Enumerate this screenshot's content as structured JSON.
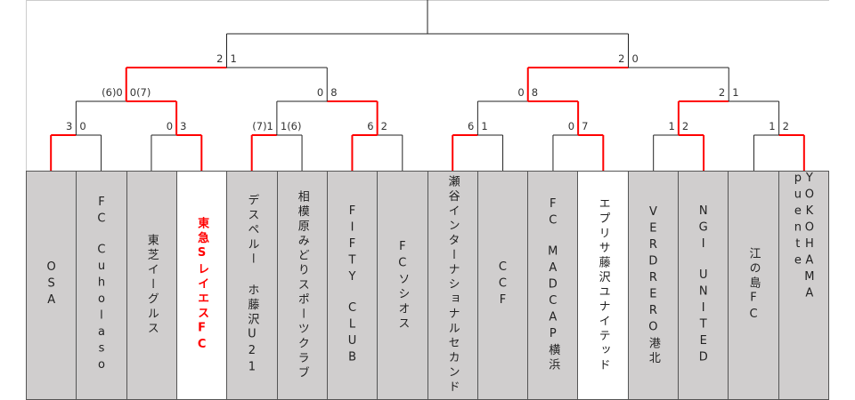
{
  "teams": [
    {
      "name": "OSA",
      "white": false,
      "champion": false
    },
    {
      "name": "FC　Cuholaso",
      "white": false,
      "champion": false
    },
    {
      "name": "東芝イーグルス",
      "white": false,
      "champion": false
    },
    {
      "name": "東急SレイエスFC",
      "white": true,
      "champion": true
    },
    {
      "name": "デスペルー ホ藤沢U21",
      "white": false,
      "champion": false
    },
    {
      "name": "相模原みどりスポーツクラブ",
      "white": false,
      "champion": false
    },
    {
      "name": "FIFTY　CLUB",
      "white": false,
      "champion": false
    },
    {
      "name": "FCソシオス",
      "white": false,
      "champion": false
    },
    {
      "name": "瀬谷インターナショナルセカンド",
      "white": false,
      "champion": false
    },
    {
      "name": "CCF",
      "white": false,
      "champion": false
    },
    {
      "name": "FC　MADCAP横浜",
      "white": false,
      "champion": false
    },
    {
      "name": "エプリサ藤沢ユナイテッド",
      "white": true,
      "champion": false
    },
    {
      "name": "VERDRERO港北",
      "white": false,
      "champion": false
    },
    {
      "name": "NGI　UNITED",
      "white": false,
      "champion": false
    },
    {
      "name": "江の島FC",
      "white": false,
      "champion": false
    },
    {
      "name": "YOKOHAMA　puente",
      "white": false,
      "champion": false
    }
  ],
  "rounds": [
    [
      {
        "left": "3",
        "right": "0",
        "winner": "L"
      },
      {
        "left": "0",
        "right": "3",
        "winner": "R"
      },
      {
        "left": "(7)1",
        "right": "1(6)",
        "winner": "L"
      },
      {
        "left": "6",
        "right": "2",
        "winner": "L"
      },
      {
        "left": "6",
        "right": "1",
        "winner": "L"
      },
      {
        "left": "0",
        "right": "7",
        "winner": "R"
      },
      {
        "left": "1",
        "right": "2",
        "winner": "R"
      },
      {
        "left": "1",
        "right": "2",
        "winner": "R"
      }
    ],
    [
      {
        "left": "(6)0",
        "right": "0(7)",
        "winner": "R"
      },
      {
        "left": "0",
        "right": "8",
        "winner": "R"
      },
      {
        "left": "0",
        "right": "8",
        "winner": "R"
      },
      {
        "left": "2",
        "right": "1",
        "winner": "L"
      }
    ],
    [
      {
        "left": "2",
        "right": "1",
        "winner": "L"
      },
      {
        "left": "2",
        "right": "0",
        "winner": "L"
      }
    ],
    [
      {
        "left": "",
        "right": "",
        "winner": ""
      }
    ]
  ],
  "colors": {
    "win_line": "#ff0000",
    "line": "#222222",
    "team_bg": "#d0cece",
    "frame": "#cccccc"
  }
}
